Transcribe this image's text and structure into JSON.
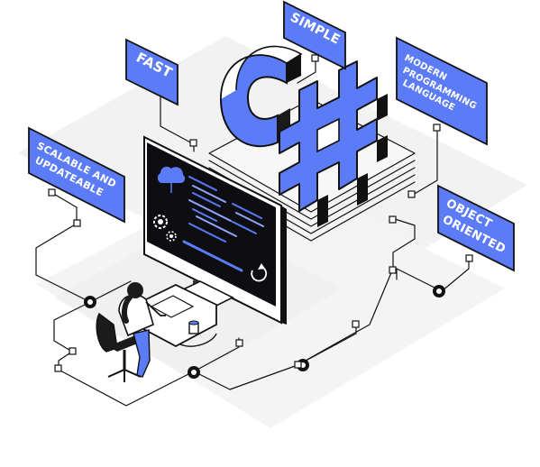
{
  "illustration": {
    "main_logo_text": "C#",
    "colors": {
      "accent": "#5B7CF6",
      "accent_dark": "#3E5BE0",
      "outline": "#111111",
      "platform": "#EFEFEF",
      "screen": "#0E0E12"
    }
  },
  "tags": {
    "fast": "FAST",
    "simple": "SIMPLE",
    "modern_line1": "MODERN",
    "modern_line2": "PROGRAMMING",
    "modern_line3": "LANGUAGE",
    "scalable_line1": "SCALABLE AND",
    "scalable_line2": "UPDATEABLE",
    "oo_line1": "OBJECT",
    "oo_line2": "ORIENTED"
  },
  "icons": [
    "cloud-icon",
    "gear-icon",
    "refresh-icon",
    "cup-icon"
  ]
}
